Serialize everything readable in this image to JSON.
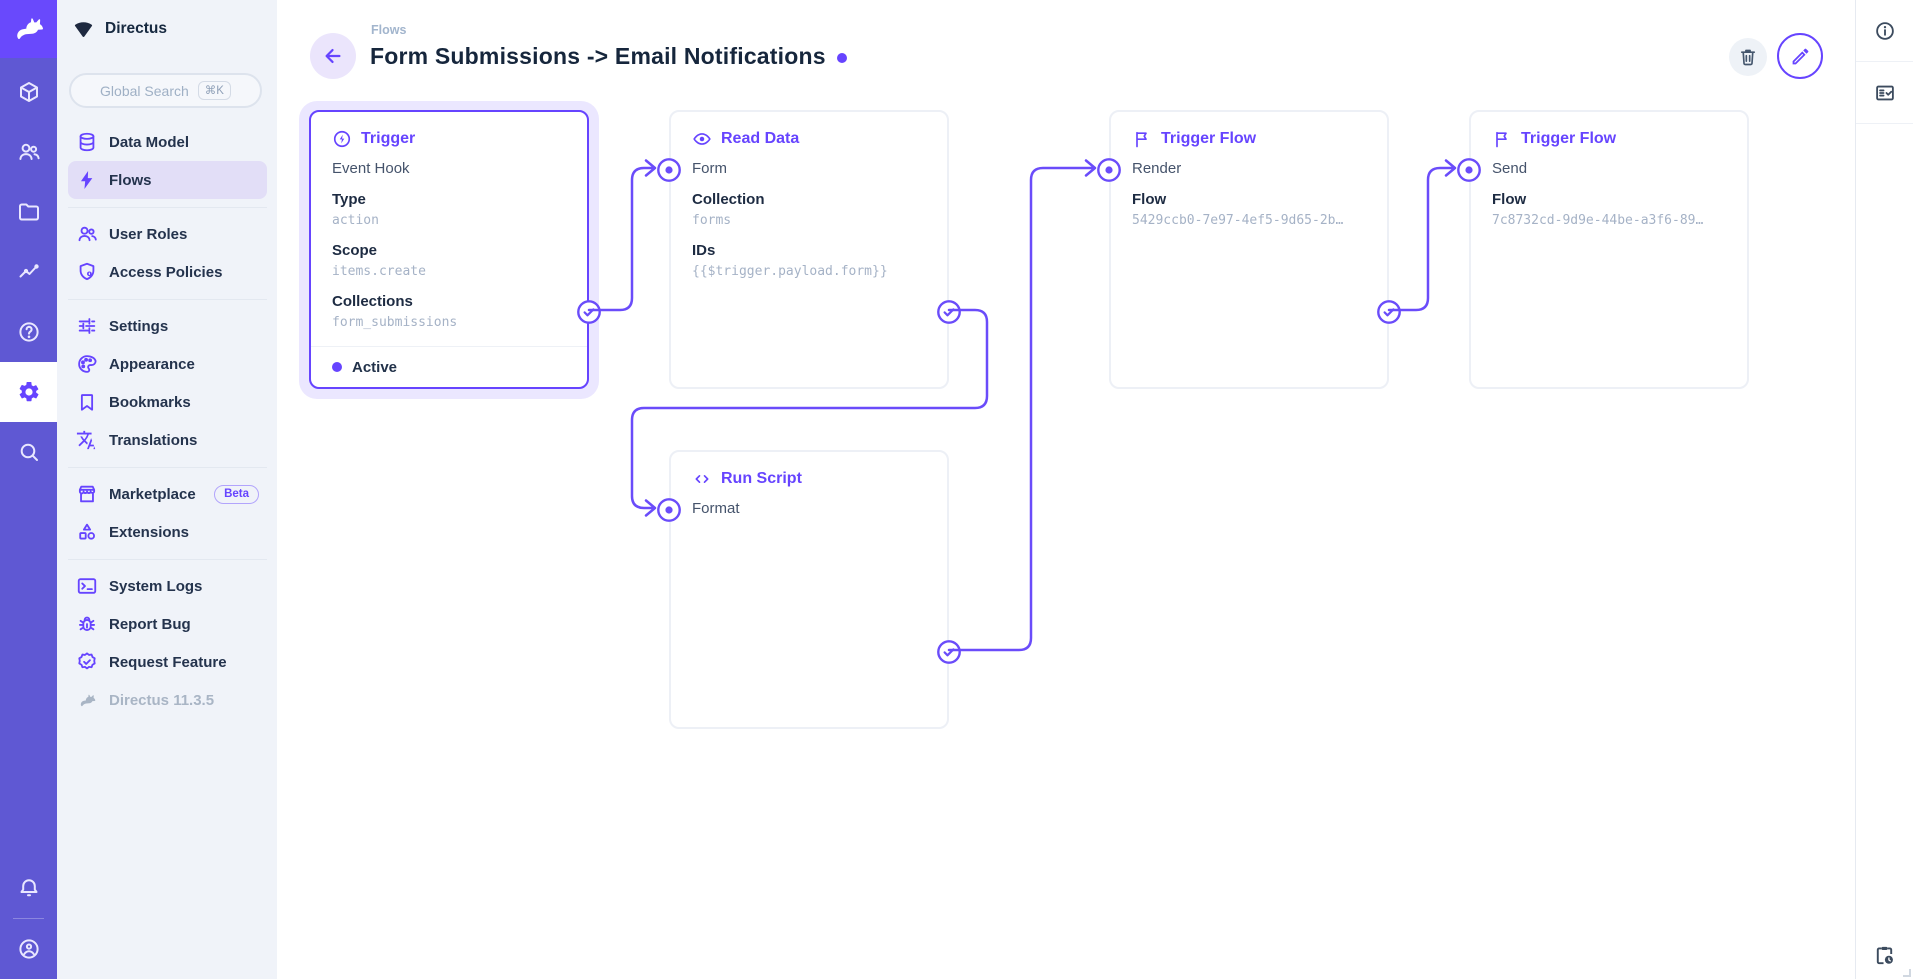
{
  "colors": {
    "brand": "#6644FF",
    "module_bar_bg": "#5F58D3",
    "logo_tile_bg": "#6949FC",
    "sidebar_bg": "#F0F3F9",
    "selected_item_bg": "#E2DEF7",
    "connection_line": "#6A4CFA",
    "text_dark": "#172940",
    "text_subdued": "#A2B5CD"
  },
  "module_bar": {
    "modules": [
      {
        "name": "content",
        "icon": "box-icon",
        "active": false
      },
      {
        "name": "users",
        "icon": "users-icon",
        "active": false
      },
      {
        "name": "files",
        "icon": "folder-icon",
        "active": false
      },
      {
        "name": "insights",
        "icon": "insights-icon",
        "active": false
      },
      {
        "name": "help",
        "icon": "help-icon",
        "active": false
      },
      {
        "name": "settings",
        "icon": "gear-icon",
        "active": true
      },
      {
        "name": "search",
        "icon": "search-icon",
        "active": false
      }
    ]
  },
  "sidebar": {
    "project_name": "Directus",
    "search_placeholder": "Global Search",
    "search_shortcut": "⌘K",
    "sections": [
      [
        {
          "label": "Data Model",
          "icon": "database-icon"
        },
        {
          "label": "Flows",
          "icon": "bolt-icon",
          "selected": true
        }
      ],
      [
        {
          "label": "User Roles",
          "icon": "people-icon"
        },
        {
          "label": "Access Policies",
          "icon": "shield-lock-icon"
        }
      ],
      [
        {
          "label": "Settings",
          "icon": "tune-icon"
        },
        {
          "label": "Appearance",
          "icon": "palette-icon"
        },
        {
          "label": "Bookmarks",
          "icon": "bookmark-icon"
        },
        {
          "label": "Translations",
          "icon": "translate-icon"
        }
      ],
      [
        {
          "label": "Marketplace",
          "icon": "storefront-icon",
          "badge": "Beta"
        },
        {
          "label": "Extensions",
          "icon": "shapes-icon"
        }
      ],
      [
        {
          "label": "System Logs",
          "icon": "terminal-icon"
        },
        {
          "label": "Report Bug",
          "icon": "bug-icon"
        },
        {
          "label": "Request Feature",
          "icon": "seal-check-icon"
        },
        {
          "label": "Directus 11.3.5",
          "icon": "rabbit-icon",
          "muted": true
        }
      ]
    ]
  },
  "header": {
    "breadcrumb": "Flows",
    "title": "Form Submissions -> Email Notifications"
  },
  "flow": {
    "panels": [
      {
        "id": "trigger",
        "icon": "bolt-circle-icon",
        "title": "Trigger",
        "name": "Event Hook",
        "selected": true,
        "has_input": false,
        "has_output": true,
        "status": "Active",
        "fields": [
          {
            "label": "Type",
            "value": "action"
          },
          {
            "label": "Scope",
            "value": "items.create"
          },
          {
            "label": "Collections",
            "value": "form_submissions"
          }
        ]
      },
      {
        "id": "read-data",
        "icon": "eye-icon",
        "title": "Read Data",
        "name": "Form",
        "selected": false,
        "has_input": true,
        "has_output": true,
        "fields": [
          {
            "label": "Collection",
            "value": "forms"
          },
          {
            "label": "IDs",
            "value": "{{$trigger.payload.form}}"
          }
        ]
      },
      {
        "id": "trigger-flow-render",
        "icon": "flag-icon",
        "title": "Trigger Flow",
        "name": "Render",
        "selected": false,
        "has_input": true,
        "has_output": true,
        "fields": [
          {
            "label": "Flow",
            "value": "5429ccb0-7e97-4ef5-9d65-2b…"
          }
        ]
      },
      {
        "id": "trigger-flow-send",
        "icon": "flag-icon",
        "title": "Trigger Flow",
        "name": "Send",
        "selected": false,
        "has_input": true,
        "has_output": false,
        "fields": [
          {
            "label": "Flow",
            "value": "7c8732cd-9d9e-44be-a3f6-89…"
          }
        ]
      },
      {
        "id": "run-script",
        "icon": "code-icon",
        "title": "Run Script",
        "name": "Format",
        "selected": false,
        "has_input": true,
        "has_output": true,
        "fields": []
      }
    ]
  }
}
